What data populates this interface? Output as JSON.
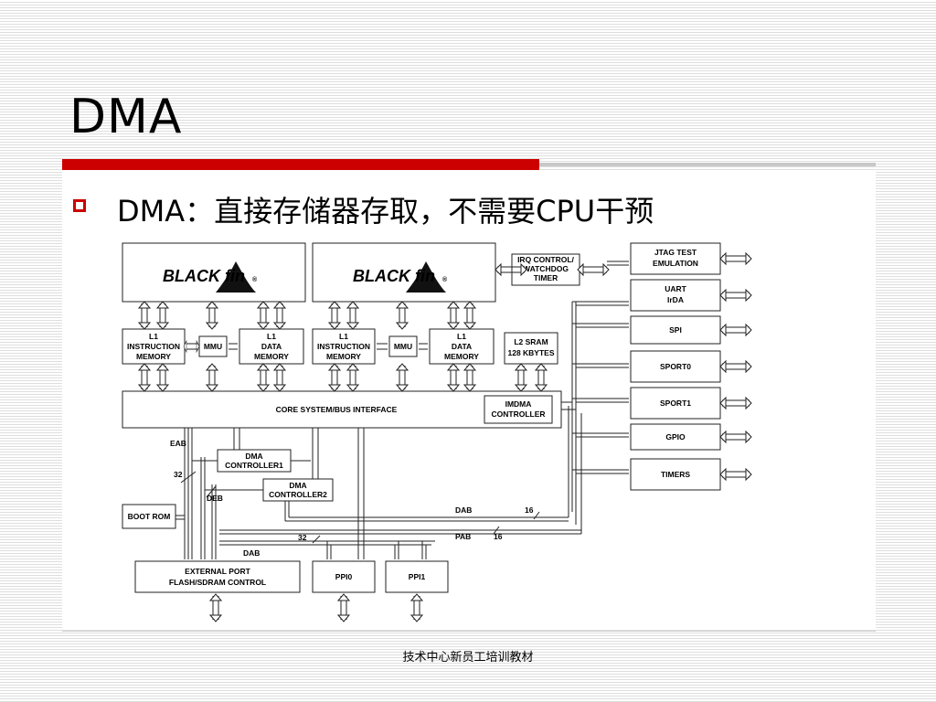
{
  "slide": {
    "title": "DMA",
    "bullet": "DMA：直接存储器存取，不需要CPU干预",
    "footer": "技术中心新员工培训教材"
  },
  "diagram": {
    "logo_text": "BLACK fin",
    "registered_mark": "®",
    "l1_instruction_memory": [
      "L1",
      "INSTRUCTION",
      "MEMORY"
    ],
    "mmu": "MMU",
    "l1_data_memory": [
      "L1",
      "DATA",
      "MEMORY"
    ],
    "irq_control": [
      "IRQ CONTROL/",
      "WATCHDOG",
      "TIMER"
    ],
    "l2_sram": [
      "L2 SRAM",
      "128 KBYTES"
    ],
    "core_system_bus": "CORE SYSTEM/BUS INTERFACE",
    "imdma_controller": [
      "IMDMA",
      "CONTROLLER"
    ],
    "dma_controller1": [
      "DMA",
      "CONTROLLER1"
    ],
    "dma_controller2": [
      "DMA",
      "CONTROLLER2"
    ],
    "boot_rom": "BOOT ROM",
    "external_port": [
      "EXTERNAL PORT",
      "FLASH/SDRAM CONTROL"
    ],
    "ppi0": "PPI0",
    "ppi1": "PPI1",
    "peripherals": {
      "jtag": [
        "JTAG TEST",
        "EMULATION"
      ],
      "uart": [
        "UART",
        "IrDA"
      ],
      "spi": "SPI",
      "sport0": "SPORT0",
      "sport1": "SPORT1",
      "gpio": "GPIO",
      "timers": "TIMERS"
    },
    "bus_labels": {
      "eab": "EAB",
      "deb": "DEB",
      "dab": "DAB",
      "pab": "PAB",
      "width_32": "32",
      "width_16": "16"
    }
  }
}
